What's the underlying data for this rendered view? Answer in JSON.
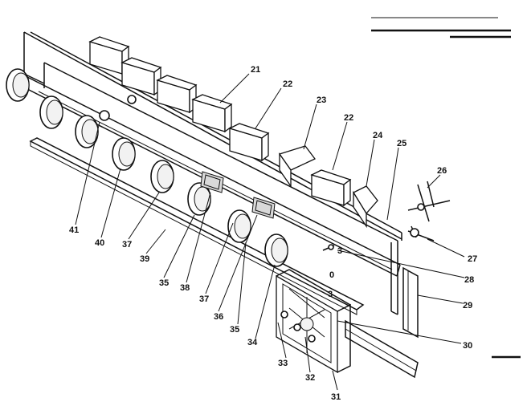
{
  "labels": [
    "21",
    "22",
    "23",
    "22",
    "24",
    "25",
    "26",
    "27",
    "28",
    "29",
    "30",
    "31",
    "32",
    "33",
    "34",
    "35",
    "36",
    "37",
    "38",
    "35",
    "39",
    "37",
    "40",
    "41"
  ],
  "panel_text": {
    "mark_3": "3",
    "mark_0": "0",
    "mark_3b": "3"
  },
  "colors": {
    "ink": "#111111",
    "paper": "#ffffff",
    "shade": "#d9d9d9"
  }
}
